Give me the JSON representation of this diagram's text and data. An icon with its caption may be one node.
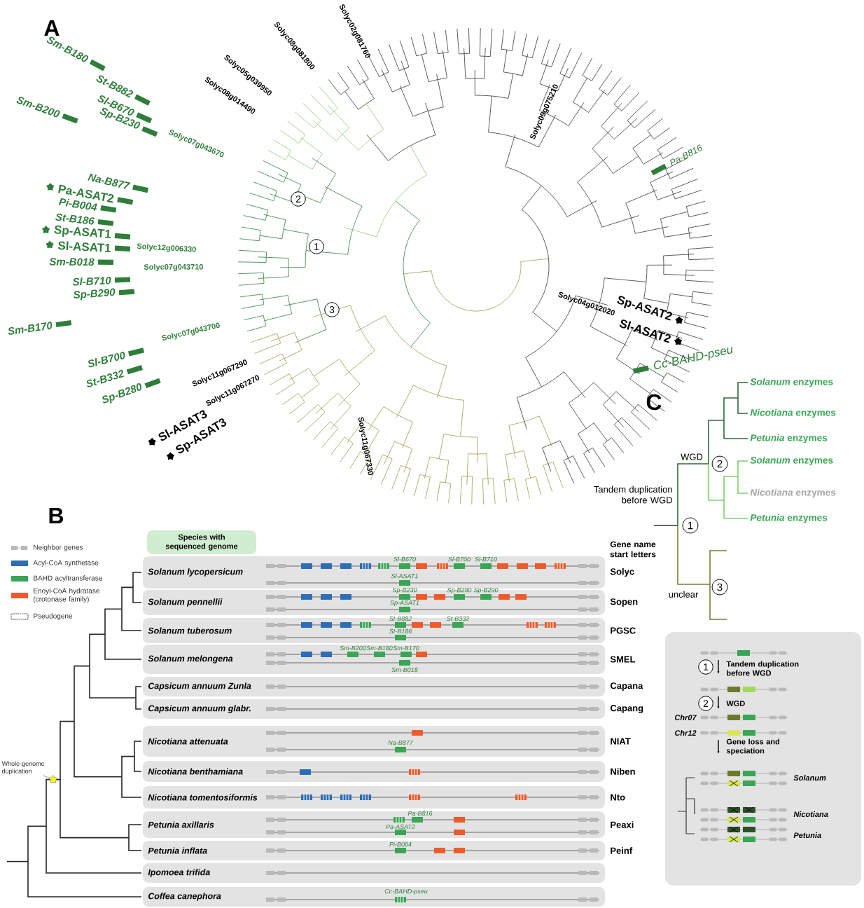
{
  "diagram": {
    "nodes": [
      {
        "text": [
          "Species with sequenced genome"
        ]
      },
      {
        "text": [
          "Solanum lycopersicum",
          "Sl-B670",
          "Sl-B700",
          "Sl-B710",
          "Sl-ASAT1"
        ],
        "beside": [
          "Solyc"
        ]
      },
      {
        "text": [
          "Solanum pennellii",
          "Sp-B230",
          "Sp-B280",
          "Sp-B290",
          "Sp-ASAT1"
        ],
        "beside": [
          "Sopen"
        ]
      },
      {
        "text": [
          "Solanum tuberosum",
          "St-B882",
          "St-B332",
          "St-B186"
        ],
        "beside": [
          "PGSC"
        ]
      },
      {
        "text": [
          "Solanum melongena",
          "Sm-B200",
          "Sm-B180",
          "Sm-B170",
          "Sm-B018"
        ],
        "beside": [
          "SMEL"
        ]
      },
      {
        "text": [
          "Capsicum annuum Zunla"
        ],
        "beside": [
          "Capana"
        ]
      },
      {
        "text": [
          "Capsicum annuum glabr."
        ],
        "beside": [
          "Capang"
        ]
      },
      {
        "text": [
          "Nicotiana attenuata",
          "Na-B877"
        ],
        "beside": [
          "NIAT"
        ]
      },
      {
        "text": [
          "Nicotiana benthamiana"
        ],
        "beside": [
          "Niben"
        ]
      },
      {
        "text": [
          "Nicotiana tomentosiformis"
        ],
        "beside": [
          "Nto"
        ]
      },
      {
        "text": [
          "Petunia axillaris",
          "Pa-B816",
          "Pa-ASAT2"
        ],
        "beside": [
          "Peaxi"
        ]
      },
      {
        "text": [
          "Petunia inflata",
          "Pi-B004"
        ],
        "beside": [
          "Peinf"
        ]
      },
      {
        "text": [
          "Ipomoea trifida"
        ]
      },
      {
        "text": [
          "Coffea canephora",
          "Cc-BAHD-pseu"
        ]
      },
      {
        "text": [
          "Whole-genome duplication"
        ]
      },
      {
        "text": [],
        "shape": "star"
      },
      {
        "text": [
          "1",
          "Tandem duplication before WGD",
          "2",
          "WGD",
          "Chr07",
          "Chr12",
          "Gene loss and speciation",
          "Solanum",
          "Nicotiana",
          "Petunia"
        ]
      }
    ],
    "edges": [
      {
        "from": 14,
        "to": 15,
        "arrow": "none"
      }
    ],
    "labels": [
      "A",
      "Sm-B180",
      "St-B882",
      "Sl-B670",
      "Sm-B200",
      "Sp-B230",
      "Solyc07g043670",
      "Na-B877",
      "Pa-ASAT2",
      "Pi-B004",
      "St-B186",
      "Sp-ASAT1",
      "Sl-ASAT1",
      "Solyc12g006330",
      "Sm-B018",
      "Solyc07g043710",
      "Sl-B710",
      "Sp-B290",
      "Sm-B170",
      "Solyc07g043700",
      "Sl-B700",
      "St-B332",
      "Sp-B280",
      "Solyc11g067290",
      "Solyc11g067270",
      "Sl-ASAT3",
      "Sp-ASAT3",
      "Solyc11g067330",
      "Solyc02g081760",
      "Solyc08g081800",
      "Solyc05g039950",
      "Solyc08g014490",
      "Solyc09g075210",
      "Pa-B816",
      "Solyc04g012020",
      "Sp-ASAT2",
      "Sl-ASAT2",
      "Cc-BAHD-pseu",
      "2",
      "1",
      "3",
      "B",
      "Gene name start letters",
      "C",
      "*Solanum* enzymes",
      "*Nicotiana* enzymes",
      "*Petunia* enzymes",
      "*Solanum* enzymes",
      "*Nicotiana* enzymes",
      "*Petunia* enzymes",
      "WGD",
      "2",
      "Tandem duplication before WGD",
      "1",
      "unclear",
      "3"
    ],
    "legend": [
      {
        "text": "Neighbor genes"
      },
      {
        "text": "Acyl-CoA synthetase",
        "color": "#2e6db4"
      },
      {
        "text": "BAHD acyltransferase",
        "color": "#3aa655"
      },
      {
        "text": "Enoyl-CoA hydratase (crotonase family)",
        "color": "#ee5b2b"
      },
      {
        "text": "Pseudogene"
      }
    ]
  }
}
